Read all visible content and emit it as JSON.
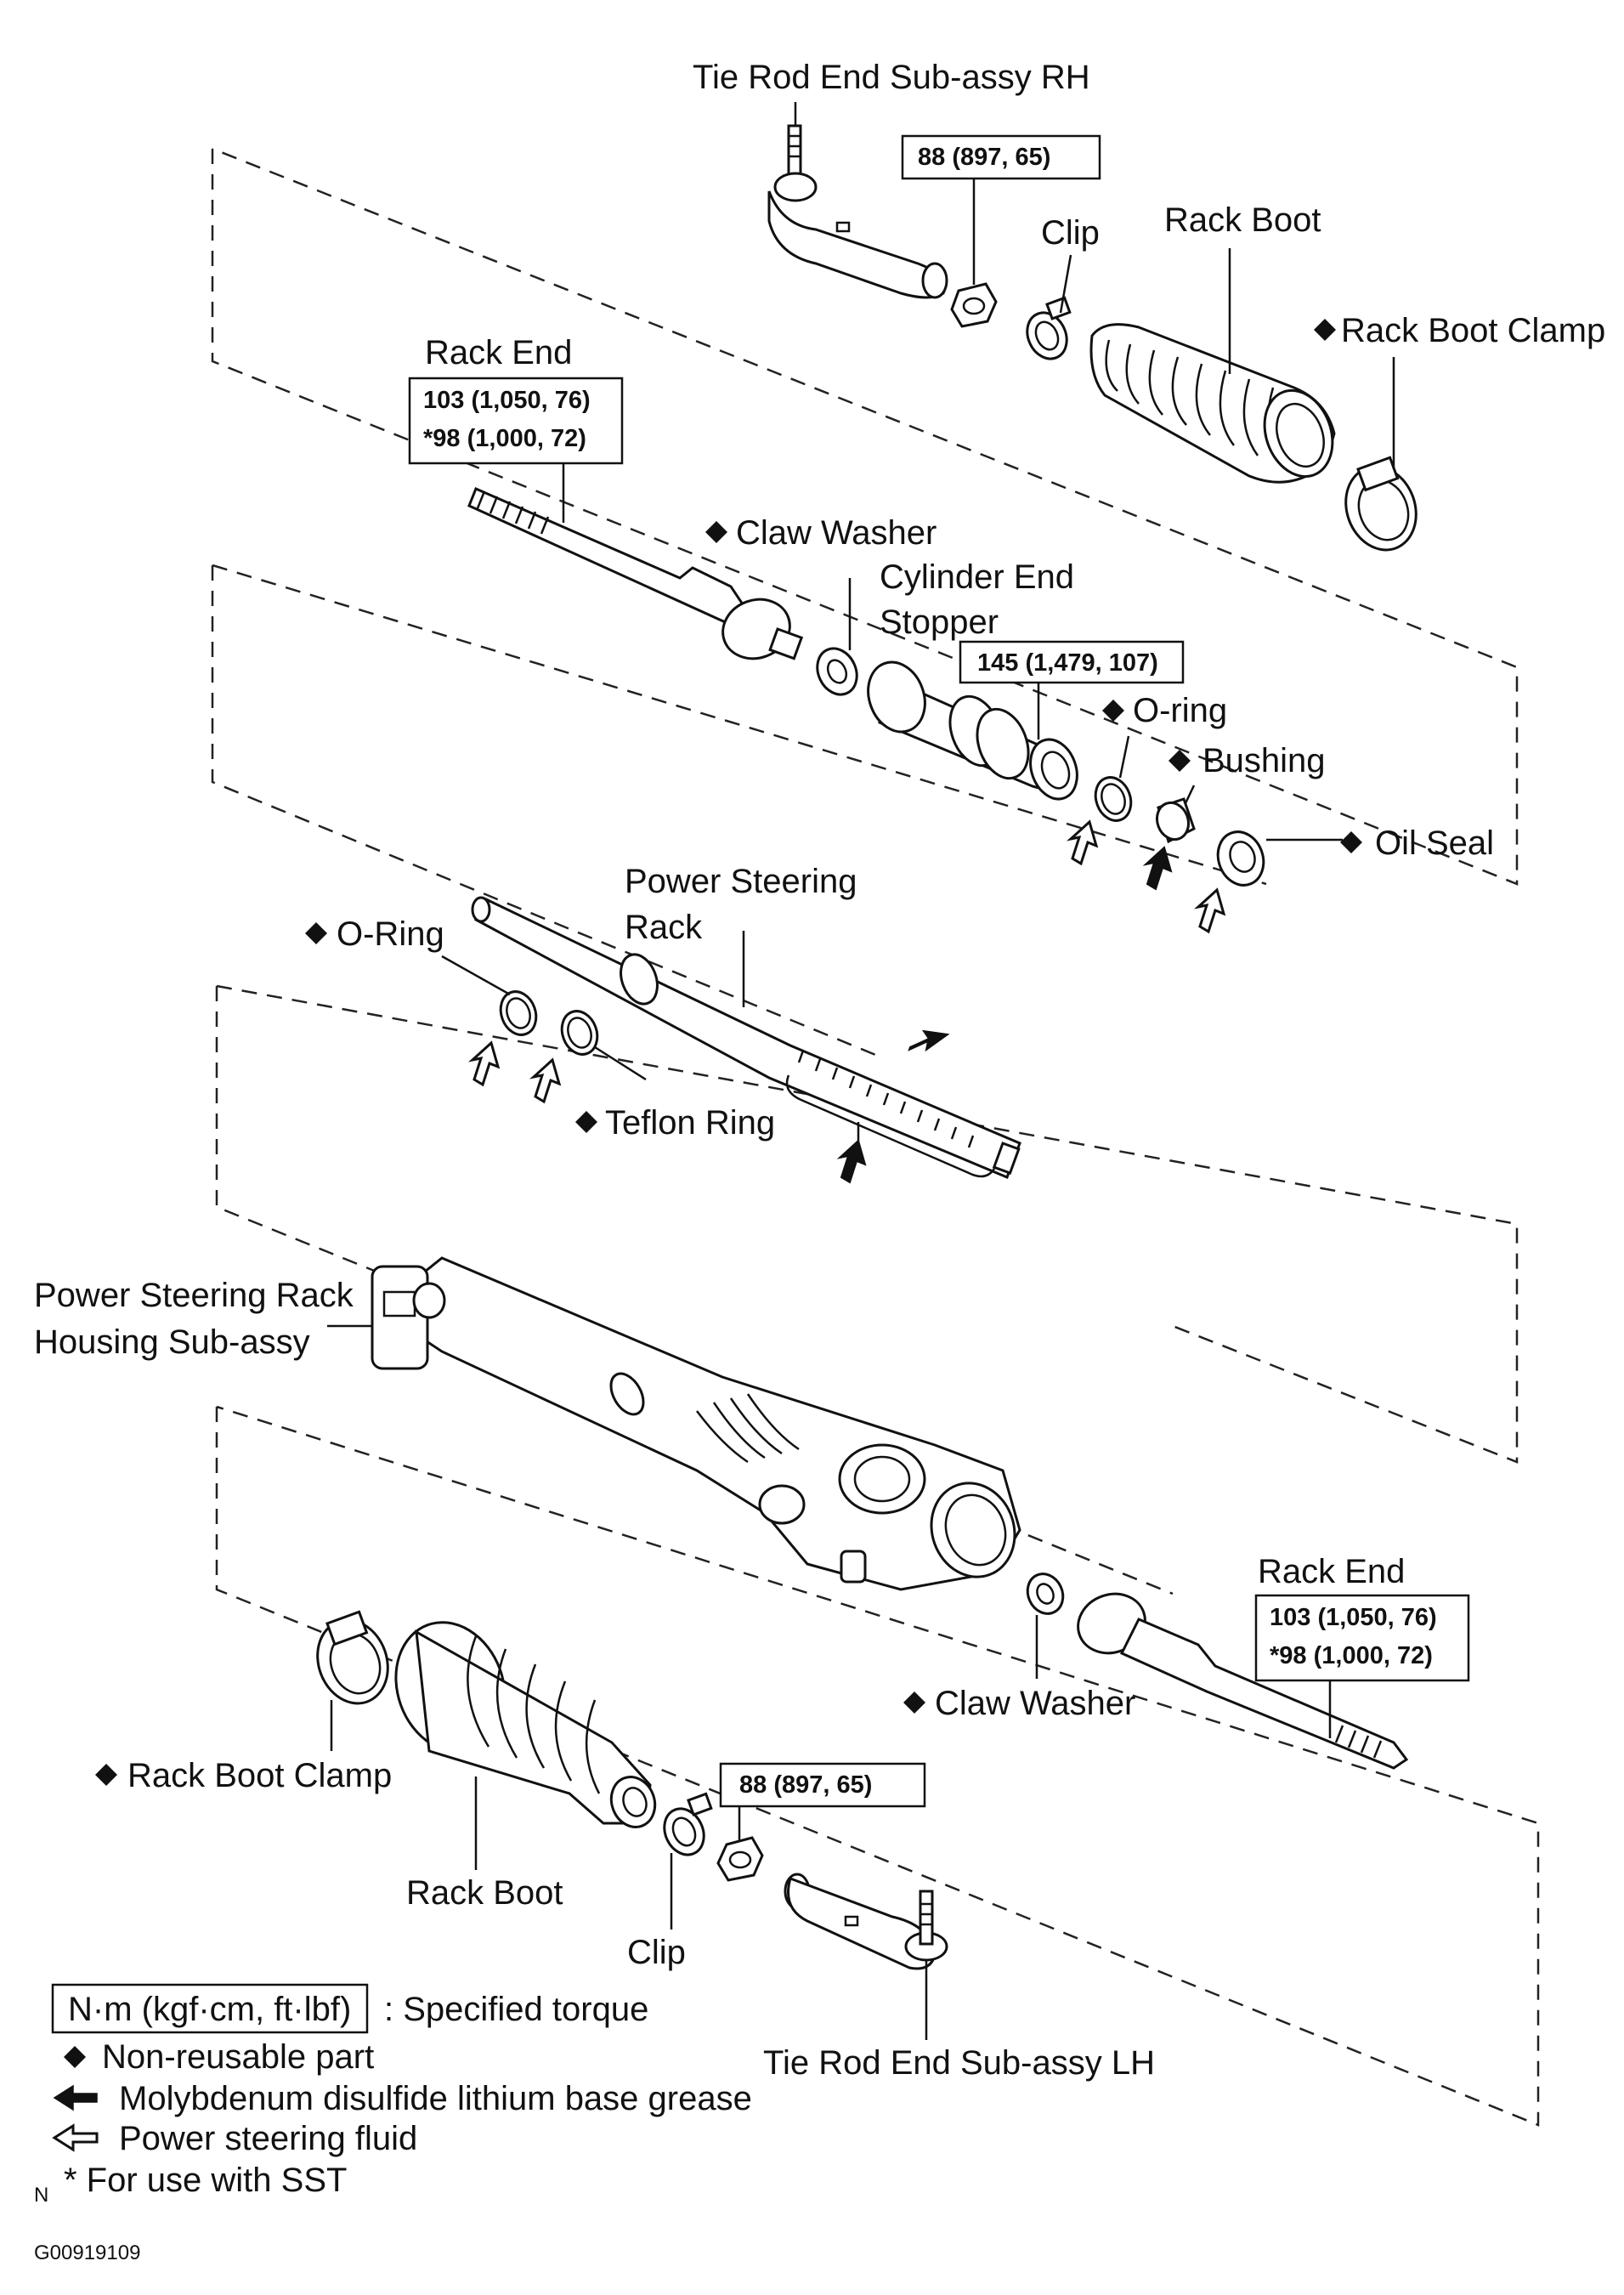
{
  "labels": {
    "tie_rod_rh": "Tie Rod End Sub-assy RH",
    "tie_rod_lh": "Tie Rod End Sub-assy LH",
    "clip_top": "Clip",
    "clip_bottom": "Clip",
    "rack_boot_top": "Rack Boot",
    "rack_boot_bottom": "Rack Boot",
    "rack_boot_clamp_top": "Rack Boot Clamp",
    "rack_boot_clamp_bottom": "Rack Boot Clamp",
    "rack_end_top": "Rack End",
    "rack_end_bottom": "Rack End",
    "claw_washer_top": "Claw Washer",
    "claw_washer_bottom": "Claw Washer",
    "cylinder_end_stopper_1": "Cylinder End",
    "cylinder_end_stopper_2": "Stopper",
    "o_ring_small": "O-ring",
    "bushing": "Bushing",
    "oil_seal": "Oil Seal",
    "power_steering_rack_1": "Power Steering",
    "power_steering_rack_2": "Rack",
    "o_ring_left": "O-Ring",
    "teflon_ring": "Teflon Ring",
    "housing_1": "Power Steering Rack",
    "housing_2": "Housing Sub-assy"
  },
  "torques": {
    "tie_rod_nut_top": "88 (897, 65)",
    "tie_rod_nut_bottom": "88 (897, 65)",
    "rack_end_top_1": "103 (1,050, 76)",
    "rack_end_top_2": "*98 (1,000, 72)",
    "rack_end_bottom_1": "103 (1,050, 76)",
    "rack_end_bottom_2": "*98 (1,000, 72)",
    "cylinder_end_stopper": "145 (1,479, 107)"
  },
  "legend": {
    "torque_unit": "N·m (kgf·cm, ft·lbf)",
    "torque_text": ": Specified torque",
    "non_reusable": "Non-reusable part",
    "moly_grease": "Molybdenum disulfide lithium base grease",
    "ps_fluid": "Power steering fluid",
    "sst": "* For use with SST",
    "north_mark": "N",
    "figure_id": "G00919109"
  },
  "icons": {
    "non_reusable": "black-diamond-icon",
    "moly_grease": "black-arrow-icon",
    "ps_fluid": "white-arrow-icon"
  }
}
